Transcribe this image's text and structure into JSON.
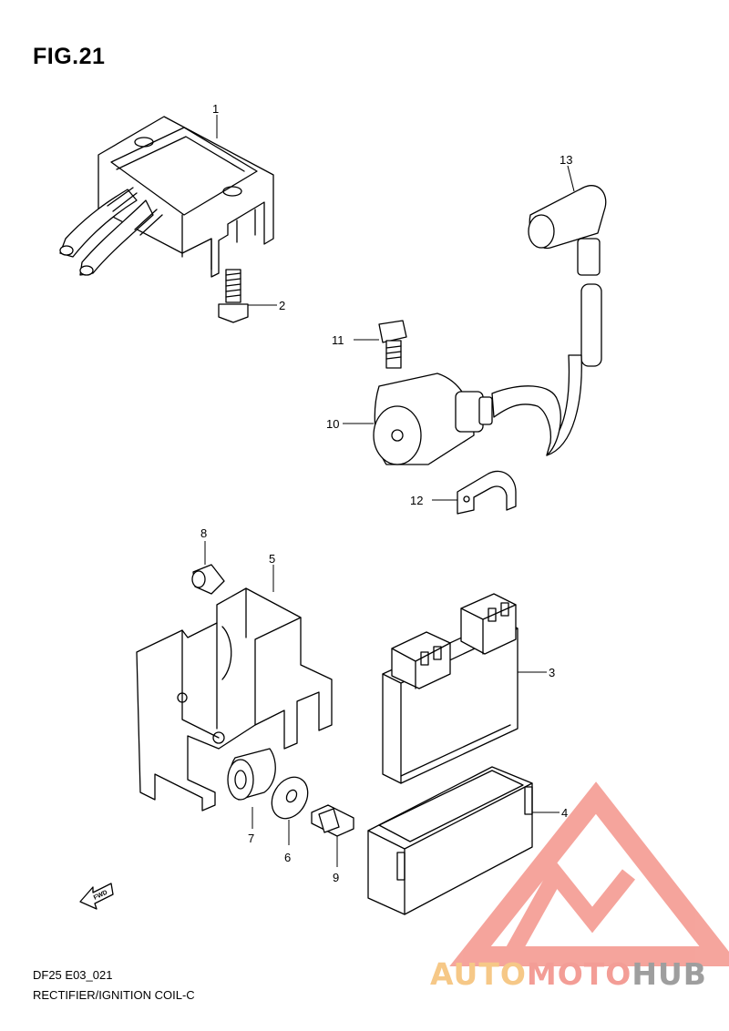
{
  "figure": {
    "title": "FIG.21"
  },
  "callouts": [
    "1",
    "2",
    "3",
    "4",
    "5",
    "6",
    "7",
    "8",
    "9",
    "10",
    "11",
    "12",
    "13"
  ],
  "arrow_label": "FWD",
  "footer": {
    "model_code": "DF25 E03_021",
    "section_name": "RECTIFIER/IGNITION COIL-C"
  },
  "watermark": {
    "part1": "AUTO",
    "part2": "MOTO",
    "part3": "HUB"
  },
  "colors": {
    "line": "#000000",
    "watermark_triangle": "#f49b92",
    "watermark_auto": "#f6c887",
    "watermark_moto": "#f39d96",
    "watermark_hub": "#9e9e9e"
  }
}
